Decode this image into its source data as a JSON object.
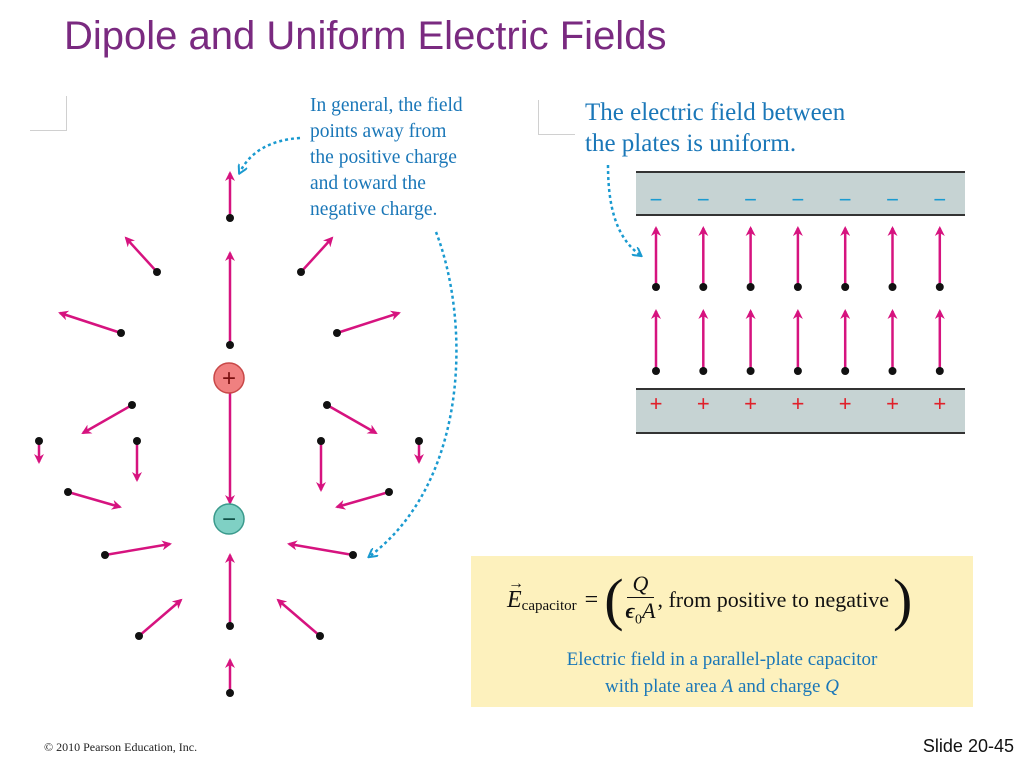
{
  "slide": {
    "title": "Dipole and Uniform Electric Fields",
    "copyright": "© 2010 Pearson Education, Inc.",
    "slide_number": "Slide 20-45"
  },
  "dipole": {
    "annotation_lines": [
      "In general, the field",
      "points away from",
      "the positive charge",
      "and toward the",
      "negative charge."
    ],
    "positive_symbol": "+",
    "negative_symbol": "−"
  },
  "capacitor": {
    "annotation_lines": [
      "The electric field between",
      "the plates is uniform."
    ],
    "top_plate_sign": "−",
    "bottom_plate_sign": "+",
    "sign_count": 7
  },
  "formula": {
    "lhs_symbol": "E",
    "lhs_subscript": "capacitor",
    "equals": "=",
    "numerator": "Q",
    "denominator_eps": "ϵ",
    "denominator_sub": "0",
    "denominator_area": "A",
    "suffix": ", from positive to negative",
    "caption_line1": "Electric field in a parallel-plate capacitor",
    "caption_line2_prefix": "with plate area ",
    "caption_line2_A": "A",
    "caption_line2_mid": " and charge ",
    "caption_line2_Q": "Q"
  },
  "colors": {
    "title": "#7a2a80",
    "annotation": "#1a77b8",
    "field_arrow": "#d6137f",
    "positive_charge": "#f08080",
    "negative_charge": "#7fd0c4",
    "plate": "#c6d3d3",
    "formula_box": "#fdf1bd"
  }
}
